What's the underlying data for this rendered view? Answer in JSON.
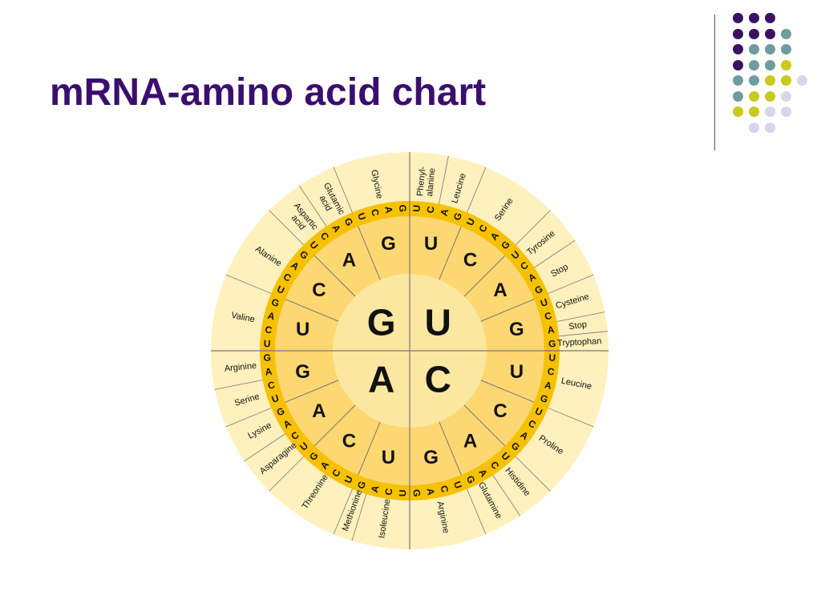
{
  "slide": {
    "title": "mRNA-amino acid chart"
  },
  "colors": {
    "title": "#3b0e6e",
    "dot_purple": "#3b1164",
    "dot_teal": "#6f9c9e",
    "dot_yellow": "#c9c91e",
    "dot_lavender": "#d6d6ec",
    "center": "#fce7a0",
    "ring2": "#fcd772",
    "ring3": "#f6c100",
    "ring4": "#fef1bd",
    "lines": "#777777"
  },
  "decor_dots": [
    [
      "purple",
      "purple",
      "purple"
    ],
    [
      "purple",
      "purple",
      "purple",
      "teal"
    ],
    [
      "purple",
      "teal",
      "teal",
      "teal"
    ],
    [
      "purple",
      "teal",
      "teal",
      "yellow"
    ],
    [
      "teal",
      "teal",
      "yellow",
      "yellow",
      "lavender"
    ],
    [
      "teal",
      "yellow",
      "yellow",
      "lavender"
    ],
    [
      "yellow",
      "yellow",
      "lavender",
      "lavender"
    ],
    [
      "lavender",
      "lavender"
    ]
  ],
  "codon_wheel": {
    "first_bases": [
      "U",
      "C",
      "A",
      "G"
    ],
    "second_bases": [
      [
        "U",
        "C",
        "A",
        "G"
      ],
      [
        "U",
        "C",
        "A",
        "G"
      ],
      [
        "U",
        "C",
        "A",
        "G"
      ],
      [
        "U",
        "C",
        "A",
        "G"
      ]
    ],
    "third_bases": "UCAG",
    "amino_acids": [
      [
        [
          {
            "label": "Phenyl-\nalanine",
            "n": 2
          },
          {
            "label": "Leucine",
            "n": 2
          }
        ],
        [
          {
            "label": "Serine",
            "n": 4
          }
        ],
        [
          {
            "label": "Tyrosine",
            "n": 2
          },
          {
            "label": "Stop",
            "n": 2
          }
        ],
        [
          {
            "label": "Cysteine",
            "n": 2
          },
          {
            "label": "Stop",
            "n": 1
          },
          {
            "label": "Tryptophan",
            "n": 1
          }
        ]
      ],
      [
        [
          {
            "label": "Leucine",
            "n": 4
          }
        ],
        [
          {
            "label": "Proline",
            "n": 4
          }
        ],
        [
          {
            "label": "Histidine",
            "n": 2
          },
          {
            "label": "Glutamine",
            "n": 2
          }
        ],
        [
          {
            "label": "Arginine",
            "n": 4
          }
        ]
      ],
      [
        [
          {
            "label": "Isoleucine",
            "n": 3
          },
          {
            "label": "Methionine",
            "n": 1
          }
        ],
        [
          {
            "label": "Threonine",
            "n": 4
          }
        ],
        [
          {
            "label": "Asparagine",
            "n": 2
          },
          {
            "label": "Lysine",
            "n": 2
          }
        ],
        [
          {
            "label": "Serine",
            "n": 2
          },
          {
            "label": "Arginine",
            "n": 2
          }
        ]
      ],
      [
        [
          {
            "label": "Valine",
            "n": 4
          }
        ],
        [
          {
            "label": "Alanine",
            "n": 4
          }
        ],
        [
          {
            "label": "Aspartic\nacid",
            "n": 2
          },
          {
            "label": "Glutamic\nacid",
            "n": 2
          }
        ],
        [
          {
            "label": "Glycine",
            "n": 4
          }
        ]
      ]
    ]
  }
}
